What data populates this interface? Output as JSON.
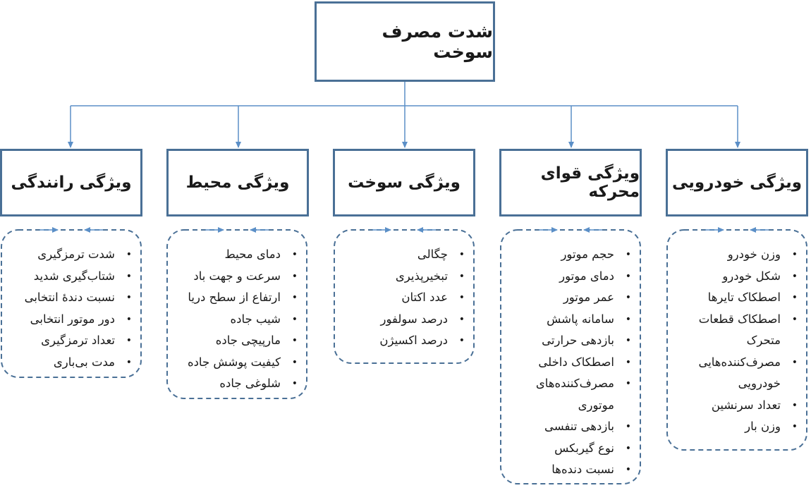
{
  "root": {
    "title": "شدت مصرف سوخت"
  },
  "colors": {
    "border": "#4a7096",
    "connector": "#5b8fc7",
    "text": "#1a1a1a"
  },
  "categories": [
    {
      "title": "ویژگی خودرویی",
      "items": [
        "وزن خودرو",
        "شکل خودرو",
        "اصطکاک تایرها",
        "اصطکاک قطعات متحرک",
        "مصرف‌کننده‌هایی خودرویی",
        "تعداد سرنشین",
        "وزن بار"
      ]
    },
    {
      "title": "ویژگی قوای محرکه",
      "items": [
        "حجم موتور",
        "دمای موتور",
        "عمر موتور",
        "سامانه پاشش",
        "بازدهی حرارتی",
        "اصطکاک داخلی",
        "مصرف‌کننده‌های موتوری",
        "بازدهی تنفسی",
        "نوع گیربکس",
        "نسبت دنده‌ها"
      ]
    },
    {
      "title": "ویژگی سوخت",
      "items": [
        "چگالی",
        "تبخیرپذیری",
        "عدد اکتان",
        "درصد سولفور",
        "درصد اکسیژن"
      ]
    },
    {
      "title": "ویژگی محیط",
      "items": [
        "دمای محیط",
        "سرعت و جهت باد",
        "ارتفاع از سطح دریا",
        "شیب جاده",
        "مارپیچی جاده",
        "کیفیت پوشش جاده",
        "شلوغی جاده"
      ]
    },
    {
      "title": "ویژگی رانندگی",
      "items": [
        "شدت ترمزگیری",
        "شتاب‌گیری شدید",
        "نسبت دندهٔ انتخابی",
        "دور موتور انتخابی",
        "تعداد ترمزگیری",
        "مدت بی‌باری"
      ]
    }
  ]
}
